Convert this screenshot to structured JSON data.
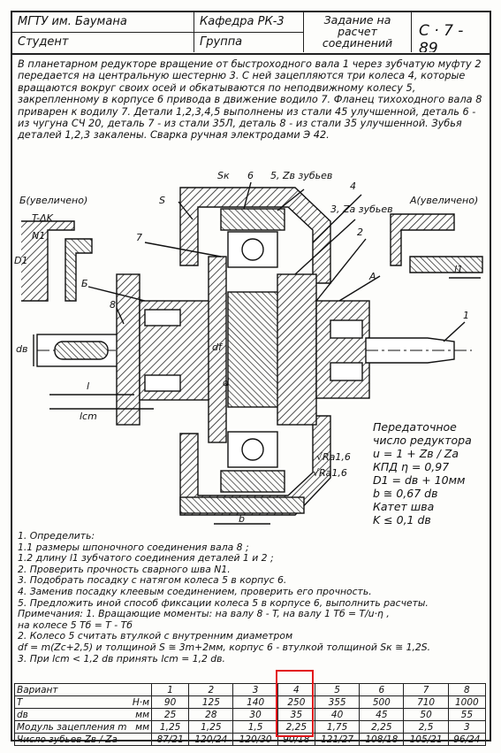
{
  "header": {
    "university": "МГТУ им. Баумана",
    "student_label": "Студент",
    "department": "Кафедра РК-3",
    "group_label": "Группа",
    "task_title": "Задание на расчет соединений",
    "sheet_code": "С · 7 - 89"
  },
  "description": "В планетарном редукторе вращение от быстроходного вала 1 через зубчатую муфту 2 передается на центральную шестерню 3. С ней зацепляются три колеса 4, которые вращаются вокруг своих осей и обкатываются по неподвижному колесу 5, закрепленному в корпусе 6 привода в движение водило 7. Фланец тихоходного вала 8 приварен к водилу 7. Детали 1,2,3,4,5 выполнены из стали 45 улучшенной, деталь 6 - из чугуна СЧ 20, деталь 7 - из стали 35Л, деталь 8 - из стали 35 улучшенной. Зубья деталей 1,2,3 закалены. Сварка ручная электродами Э 42.",
  "figure": {
    "view_b": "Б(увеличено)",
    "view_a": "А(увеличено)",
    "label_t_dk": "T-ΔK",
    "label_n1": "N1",
    "label_sk": "Sк",
    "label_6": "6",
    "label_5_zb": "5, Zв зубьев",
    "label_4": "4",
    "label_3_za": "3, Za зубьев",
    "label_2": "2",
    "label_a": "А",
    "label_s": "S",
    "label_7": "7",
    "label_b": "Б",
    "label_8": "8",
    "label_1": "1",
    "label_l1": "l1",
    "label_d1": "D1",
    "label_db": "dв",
    "label_l": "l",
    "label_lcm": "lcm",
    "label_df": "df",
    "label_d": "d",
    "label_ra1": "√Ra1,6",
    "label_ra2": "√Ra1,6",
    "label_bb": "b"
  },
  "formula": {
    "title1": "Передаточное",
    "title2": "число редуктора",
    "line1": "u = 1 + Zв / Za",
    "line2": "КПД η = 0,97",
    "line3": "D1 = dв + 10мм",
    "line4": "b ≅ 0,67 dв",
    "line5": "Катет шва",
    "line6": "K ≤ 0,1 dв"
  },
  "tasks": [
    "1. Определить:",
    "1.1 размеры шпоночного соединения вала 8 ;",
    "1.2 длину l1 зубчатого соединения деталей 1 и 2 ;",
    "2. Проверить прочность сварного шва N1.",
    "3. Подобрать посадку с натягом колеса 5 в корпус 6.",
    "4. Заменив посадку клеевым соединением, проверить его прочность.",
    "5. Предложить иной способ фиксации колеса 5 в корпусе 6, выполнить расчеты.",
    "Примечания: 1. Вращающие моменты: на валу 8 - T, на валу 1 Tб = T/u·η ,",
    "на колесе 5   Tб = T - Tб",
    "2. Колесо 5 считать втулкой с внутренним диаметром",
    "df = m(Zс+2,5) и толщиной S ≅ 3m+2мм, корпус 6 - втулкой толщиной Sк ≅ 1,2S.",
    "3. При lcm < 1,2 dв принять lcm = 1,2 dв."
  ],
  "table": {
    "rows": [
      {
        "label": "Вариант",
        "unit": "",
        "values": [
          "1",
          "2",
          "3",
          "4",
          "5",
          "6",
          "7",
          "8"
        ]
      },
      {
        "label": "T",
        "unit": "Н·м",
        "values": [
          "90",
          "125",
          "140",
          "250",
          "355",
          "500",
          "710",
          "1000"
        ]
      },
      {
        "label": "dв",
        "unit": "мм",
        "values": [
          "25",
          "28",
          "30",
          "35",
          "40",
          "45",
          "50",
          "55"
        ]
      },
      {
        "label": "Модуль зацепления m",
        "unit": "мм",
        "values": [
          "1,25",
          "1,25",
          "1,5",
          "2,25",
          "1,75",
          "2,25",
          "2,5",
          "3"
        ]
      },
      {
        "label": "Число зубьев Zв / Za",
        "unit": "",
        "values": [
          "87/21",
          "120/24",
          "120/30",
          "90/18",
          "121/27",
          "108/18",
          "105/21",
          "96/24"
        ]
      }
    ]
  },
  "highlight_color": "#e2171b"
}
